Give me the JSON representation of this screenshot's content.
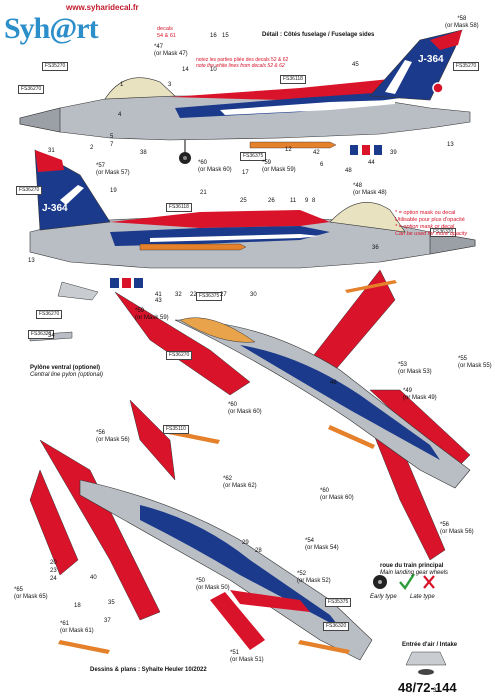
{
  "header": {
    "brand_main": "Syh@rt",
    "website": "www.syharidecal.fr"
  },
  "notes": {
    "details_title": "Détail : Côtés fuselage / Fuselage sides",
    "decals_ref": "decals\n54 & 61",
    "note_fr": "notez les parties pliée des decals 52 & 62",
    "note_en": "note the white lines from decals 52 & 62",
    "option_mask_fr": "* = option mask ou decal\nUtilisable pour plus d'opacité",
    "option_mask_en": "* = option mask or decal\nCan be used for more opacity",
    "pylon_fr": "Pylône ventral (optionel)",
    "pylon_en": "Central line pylon (optional)",
    "wheels_fr": "roue du train principal",
    "wheels_en": "Main landing gear wheels",
    "early_type": "Early type",
    "late_type": "Late type",
    "intake_label": "Entrée d'air / Intake",
    "credits": "Dessins & plans : Syhaite Heuler 10/2022",
    "scale_code": "48/72-144"
  },
  "tail_code": "J-364",
  "fs_labels": [
    "FS35270",
    "FS36270",
    "FS36118",
    "FS35270",
    "FS36375",
    "FS36270",
    "FS36118",
    "FS36320",
    "FS36375",
    "FS36270",
    "FS35110",
    "FS36320",
    "FS36270",
    "FS35375",
    "FS36320"
  ],
  "mask_callouts": [
    "*58\n(or Mask 58)",
    "*47\n(or Mask 47)",
    "*57\n(or Mask 57)",
    "*59\n(or Mask 59)",
    "*60\n(or Mask 60)",
    "*48\n(or Mask 48)",
    "*59\n(or Mask 59)",
    "*53\n(or Mask 53)",
    "*55\n(or Mask 55)",
    "*49\n(or Mask 49)",
    "*60\n(or Mask 60)",
    "*56\n(or Mask 56)",
    "*62\n(or Mask 62)",
    "*60\n(or Mask 60)",
    "*54\n(or Mask 54)",
    "*56\n(or Mask 56)",
    "*52\n(or Mask 52)",
    "*65\n(or Mask 65)",
    "*61\n(or Mask 61)",
    "*51\n(or Mask 51)",
    "*50\n(or Mask 50)"
  ],
  "part_numbers": [
    "16",
    "15",
    "14",
    "10",
    "3",
    "1",
    "4",
    "5",
    "7",
    "2",
    "38",
    "31",
    "13",
    "45",
    "12",
    "42",
    "17",
    "6",
    "48",
    "44",
    "39",
    "19",
    "21",
    "25",
    "26",
    "9",
    "11",
    "8",
    "36",
    "13",
    "41",
    "43",
    "32",
    "22",
    "27",
    "30",
    "34",
    "40",
    "35",
    "33",
    "37",
    "18",
    "20",
    "23",
    "24",
    "29",
    "28",
    "46"
  ],
  "colors": {
    "red": "#d8132a",
    "blue": "#1b3a8c",
    "grey": "#b9bec4",
    "dark_grey": "#7d848c",
    "orange": "#e5802b"
  }
}
